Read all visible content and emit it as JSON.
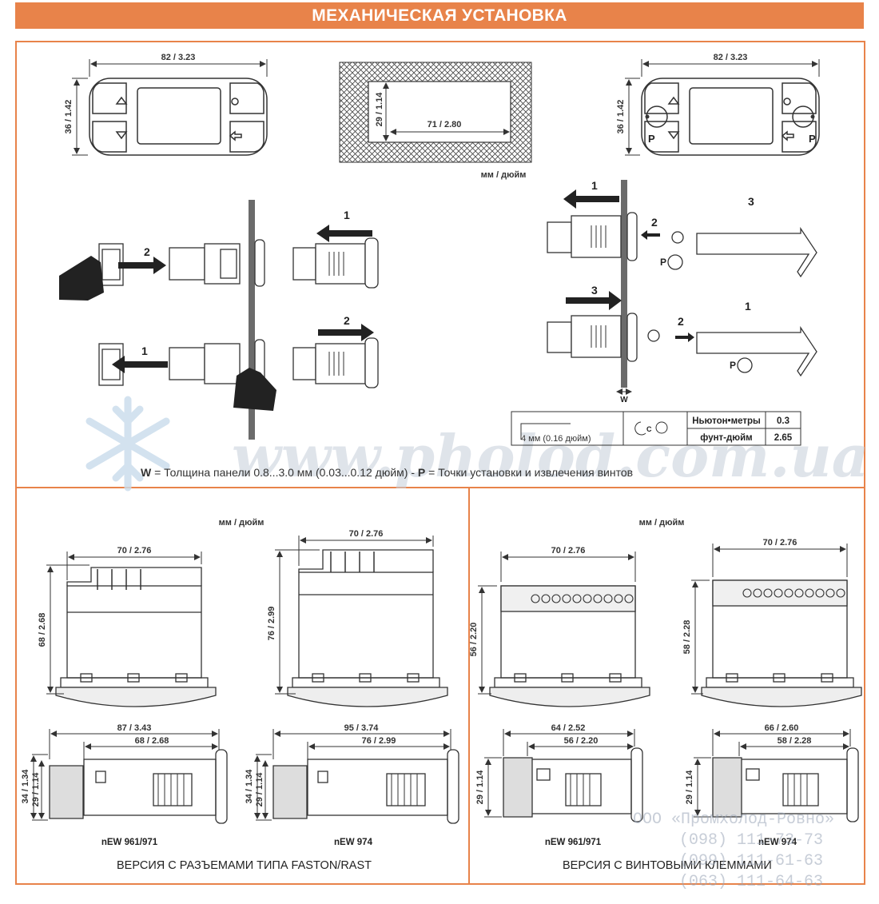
{
  "header": {
    "title": "МЕХАНИЧЕСКАЯ УСТАНОВКА"
  },
  "units_label": "мм / дюйм",
  "top": {
    "front_left": {
      "width": "82 / 3.23",
      "height": "36 / 1.42"
    },
    "cutout": {
      "width": "71 / 2.80",
      "height": "29 / 1.14"
    },
    "front_right": {
      "width": "82 / 3.23",
      "height": "36 / 1.42",
      "p_label": "P"
    },
    "steps": {
      "s1": "1",
      "s2": "2",
      "s3": "3"
    },
    "w_label": "W",
    "p_label": "P",
    "c_label": "C",
    "torque": {
      "tool": "4 мм (0.16 дюйм)",
      "rows": [
        {
          "unit": "Ньютон•метры",
          "value": "0.3"
        },
        {
          "unit": "фунт-дюйм",
          "value": "2.65"
        }
      ]
    },
    "note": {
      "w_key": "W",
      "w_text": " = Толщина панели 0.8...3.0 мм (0.03...0.12 дюйм)  -  ",
      "p_key": "P",
      "p_text": "  = Точки установки и извлечения винтов"
    }
  },
  "bottom_left": {
    "units": "мм / дюйм",
    "version": "ВЕРСИЯ С РАЗЪЕМАМИ ТИПА FASTON/RAST",
    "model_a": {
      "name": "nEW 961/971",
      "width": "70 / 2.76",
      "height": "68 / 2.68",
      "depth_total": "87 / 3.43",
      "depth_body": "68 / 2.68",
      "side_h1": "34 / 1.34",
      "side_h2": "29 / 1.14"
    },
    "model_b": {
      "name": "nEW 974",
      "width": "70 / 2.76",
      "height": "76 / 2.99",
      "depth_total": "95 / 3.74",
      "depth_body": "76 / 2.99",
      "side_h1": "34 / 1.34",
      "side_h2": "29 / 1.14"
    }
  },
  "bottom_right": {
    "units": "мм / дюйм",
    "version": "ВЕРСИЯ С ВИНТОВЫМИ КЛЕММАМИ",
    "model_a": {
      "name": "nEW 961/971",
      "width": "70 / 2.76",
      "height": "56 / 2.20",
      "depth_total": "64 / 2.52",
      "depth_body": "56 / 2.20",
      "side_h": "29 / 1.14"
    },
    "model_b": {
      "name": "nEW 974",
      "width": "70 / 2.76",
      "height": "58 / 2.28",
      "depth_total": "66 / 2.60",
      "depth_body": "58 / 2.28",
      "side_h": "29 / 1.14"
    }
  },
  "watermark": {
    "site": "www.pholod.com.ua",
    "company": "ООО «Промхолод-Ровно»",
    "phone1": "(098) 111-73-73",
    "phone2": "(099) 111-61-63",
    "phone3": "(063) 111-64-63"
  },
  "colors": {
    "accent": "#e8834a",
    "line": "#333333",
    "panel": "#6b6b6b"
  }
}
